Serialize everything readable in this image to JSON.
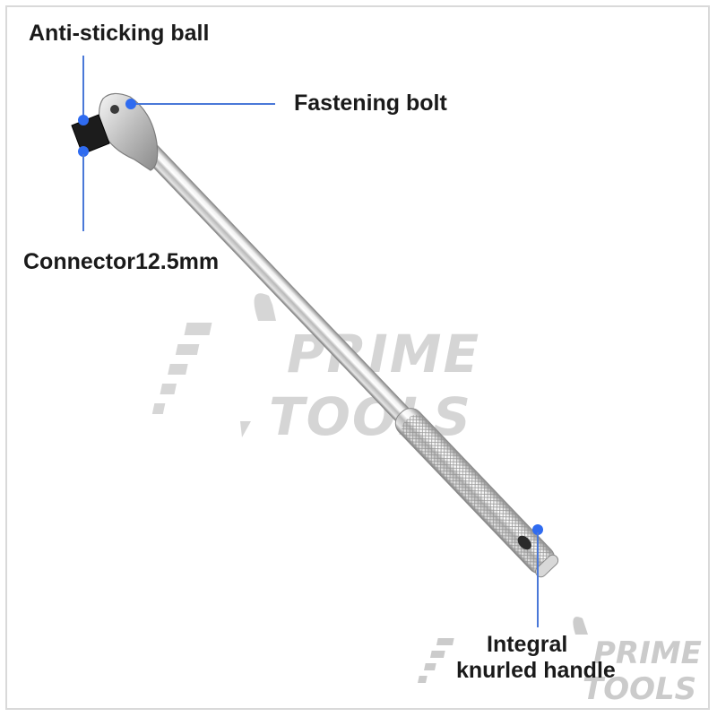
{
  "callouts": {
    "anti_sticking_ball": "Anti-sticking ball",
    "fastening_bolt": "Fastening bolt",
    "connector": "Connector12.5mm",
    "integral_line1": "Integral",
    "integral_line2": "knurled handle"
  },
  "watermark": {
    "line1": "PRIME",
    "line2": "TOOLS"
  },
  "colors": {
    "callout_dot": "#2f6bf0",
    "callout_line": "#4a78d8",
    "watermark": "#c9c9c9"
  }
}
